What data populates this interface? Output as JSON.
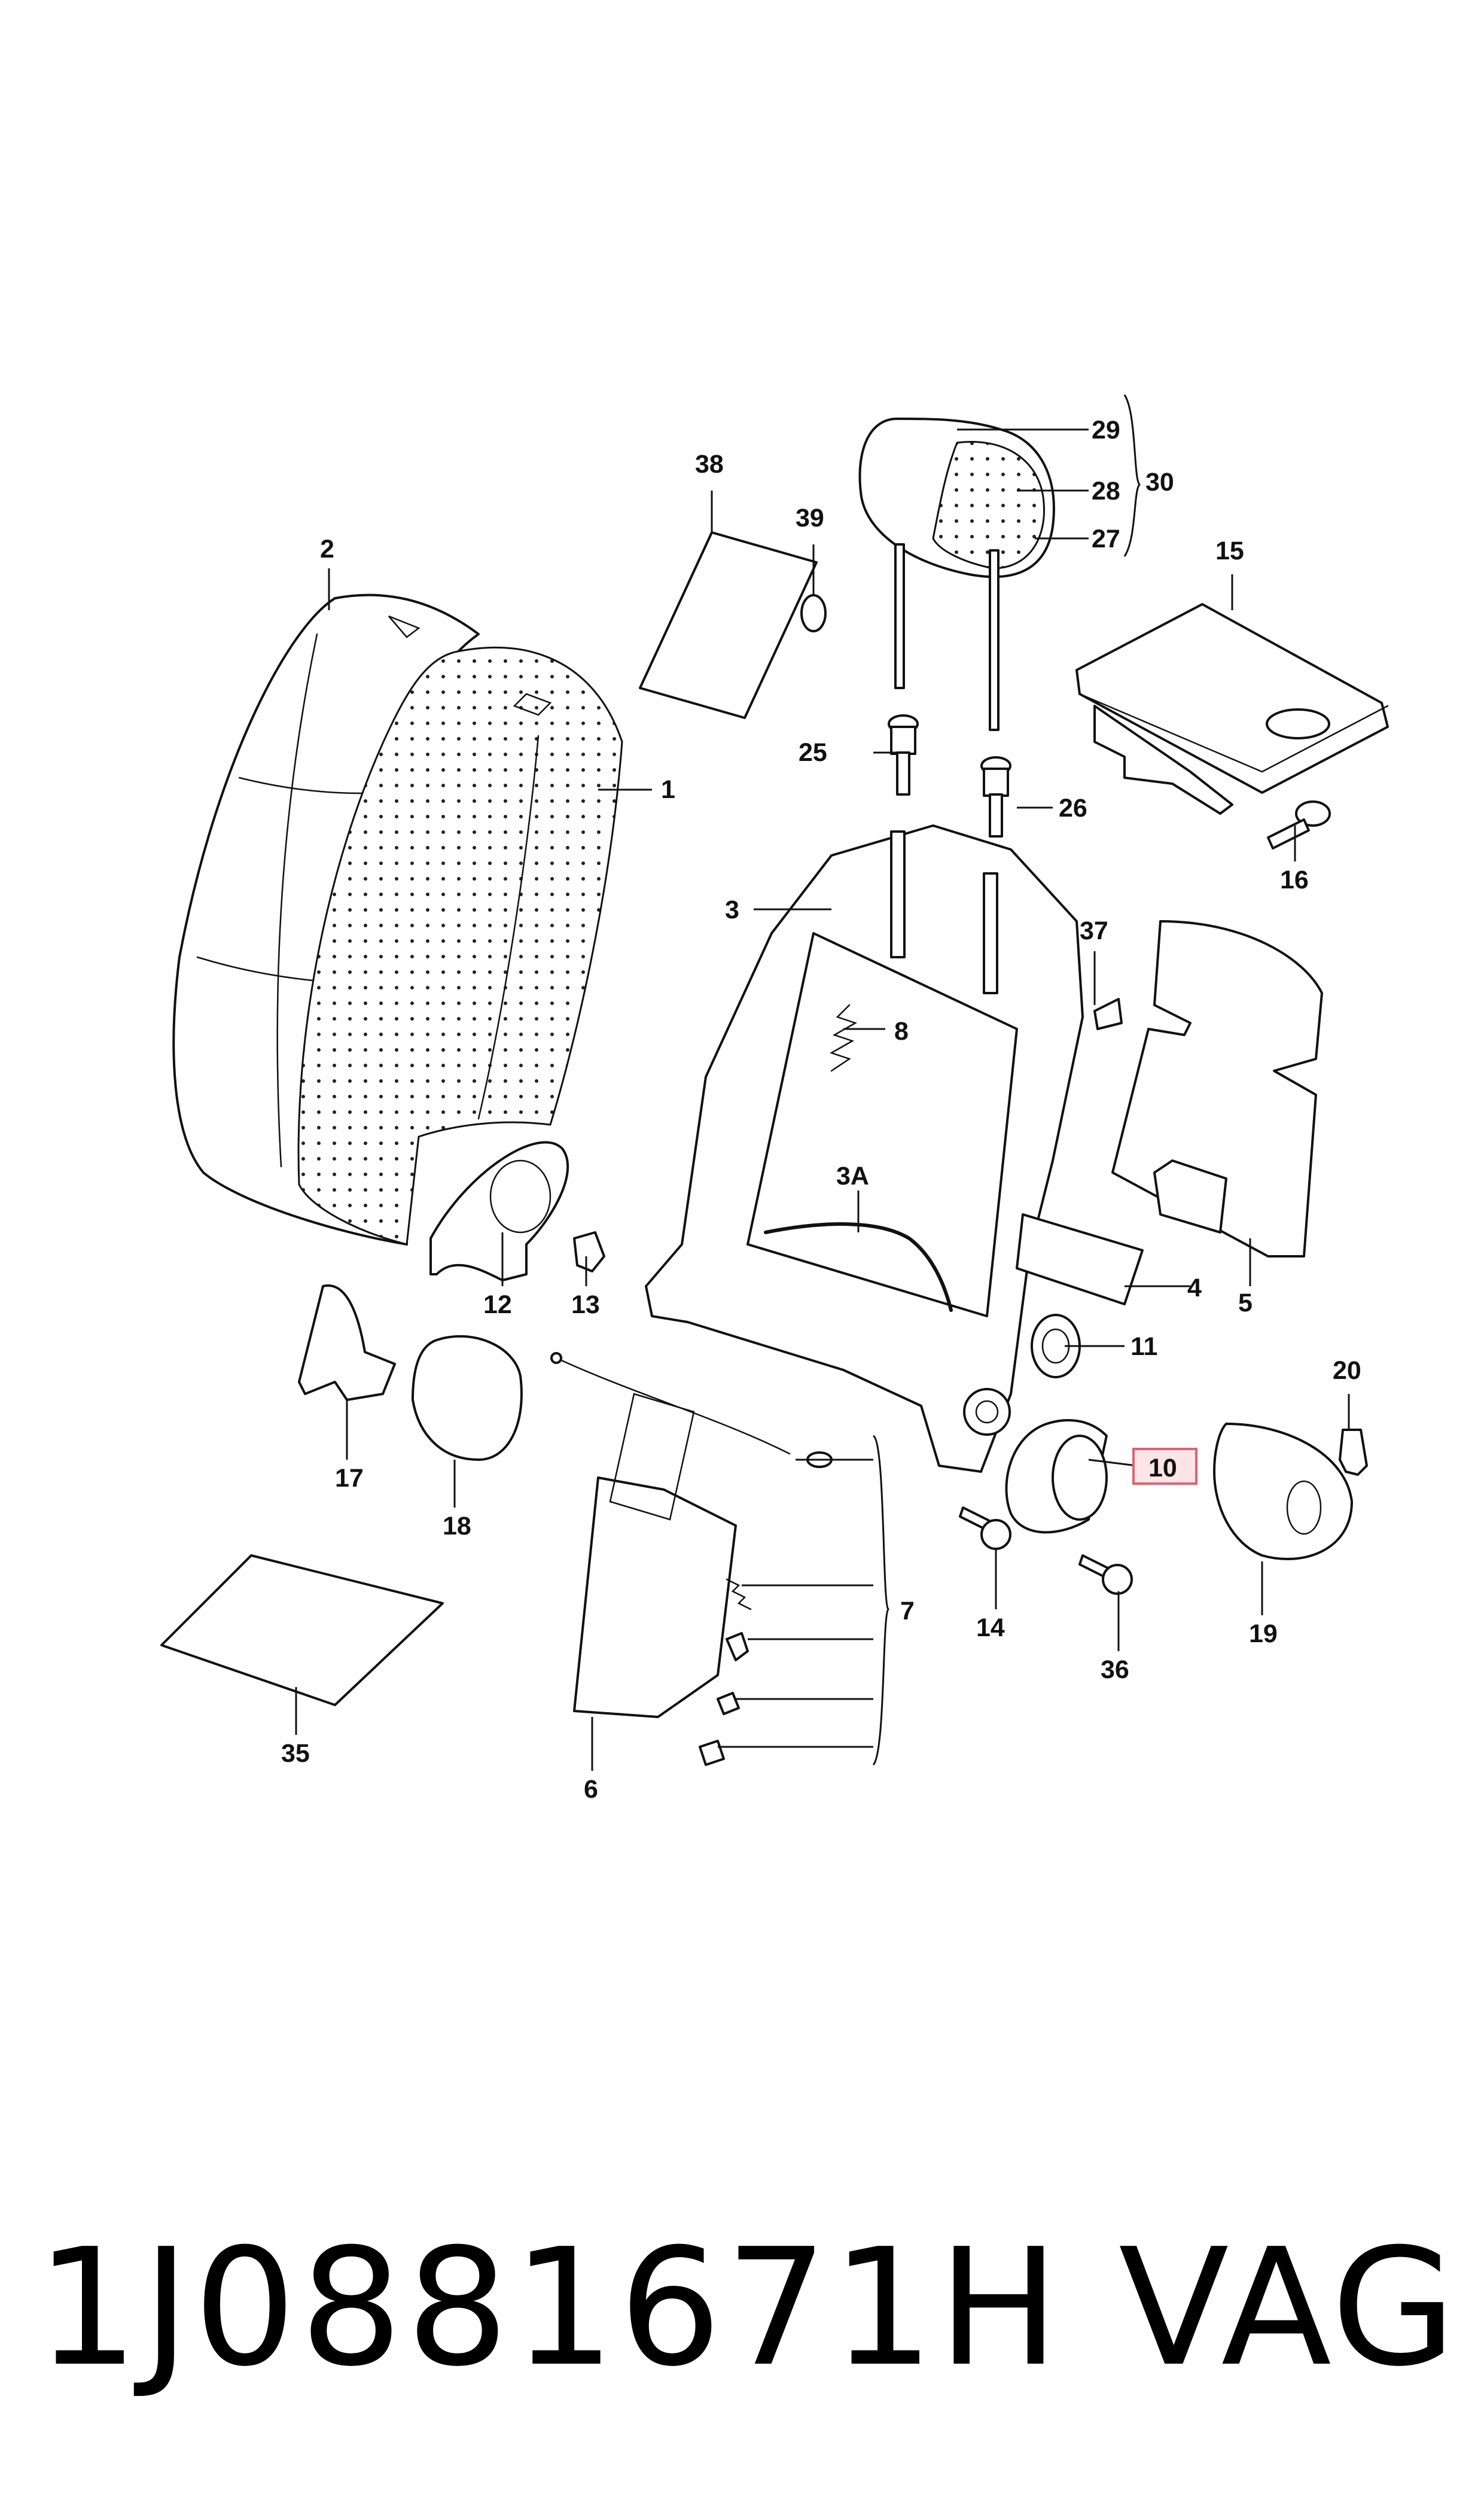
{
  "callouts": {
    "c1": "1",
    "c2": "2",
    "c3": "3",
    "c3a": "3A",
    "c4": "4",
    "c5": "5",
    "c6": "6",
    "c7": "7",
    "c8": "8",
    "c10": "10",
    "c11": "11",
    "c12": "12",
    "c13": "13",
    "c14": "14",
    "c15": "15",
    "c16": "16",
    "c17": "17",
    "c18": "18",
    "c19": "19",
    "c20": "20",
    "c25": "25",
    "c26": "26",
    "c27": "27",
    "c28": "28",
    "c29": "29",
    "c30": "30",
    "c35": "35",
    "c36": "36",
    "c37": "37",
    "c38": "38",
    "c39": "39"
  },
  "highlight": {
    "callout": "10",
    "border_color": "#e06070",
    "fill_color": "#fde4e6"
  },
  "footer": {
    "part_number": "1J0881671H",
    "brand": "VAG"
  }
}
